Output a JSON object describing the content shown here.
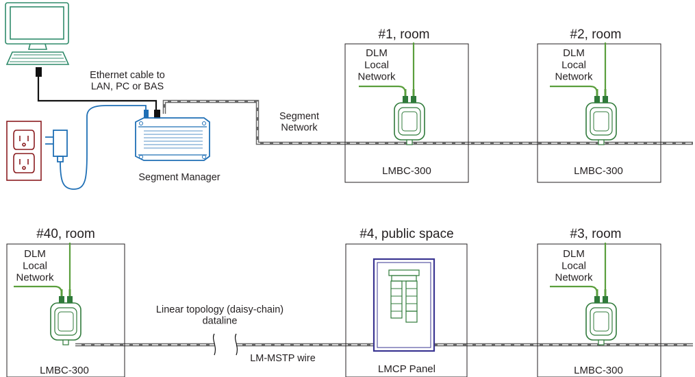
{
  "diagram": {
    "computer_label": "Ethernet cable to\nLAN, PC or BAS",
    "segment_manager_label": "Segment Manager",
    "segment_network_label": "Segment\nNetwork",
    "linear_topology_label": "Linear topology (daisy-chain)\ndataline",
    "wire_label": "LM-MSTP wire",
    "rooms": [
      {
        "title": "#1, room",
        "local_network": "DLM\nLocal\nNetwork",
        "device": "LMBC-300"
      },
      {
        "title": "#2, room",
        "local_network": "DLM\nLocal\nNetwork",
        "device": "LMBC-300"
      },
      {
        "title": "#40, room",
        "local_network": "DLM\nLocal\nNetwork",
        "device": "LMBC-300"
      },
      {
        "title": "#4, public space",
        "device": "LMCP Panel"
      },
      {
        "title": "#3, room",
        "local_network": "DLM\nLocal\nNetwork",
        "device": "LMBC-300"
      }
    ],
    "colors": {
      "green": "#5a9e3c",
      "device_green": "#2f7a3a",
      "blue": "#1f6fb5",
      "panel_purple": "#3a3592",
      "outlet_red": "#8a1c1f",
      "wire": "#555555"
    }
  }
}
